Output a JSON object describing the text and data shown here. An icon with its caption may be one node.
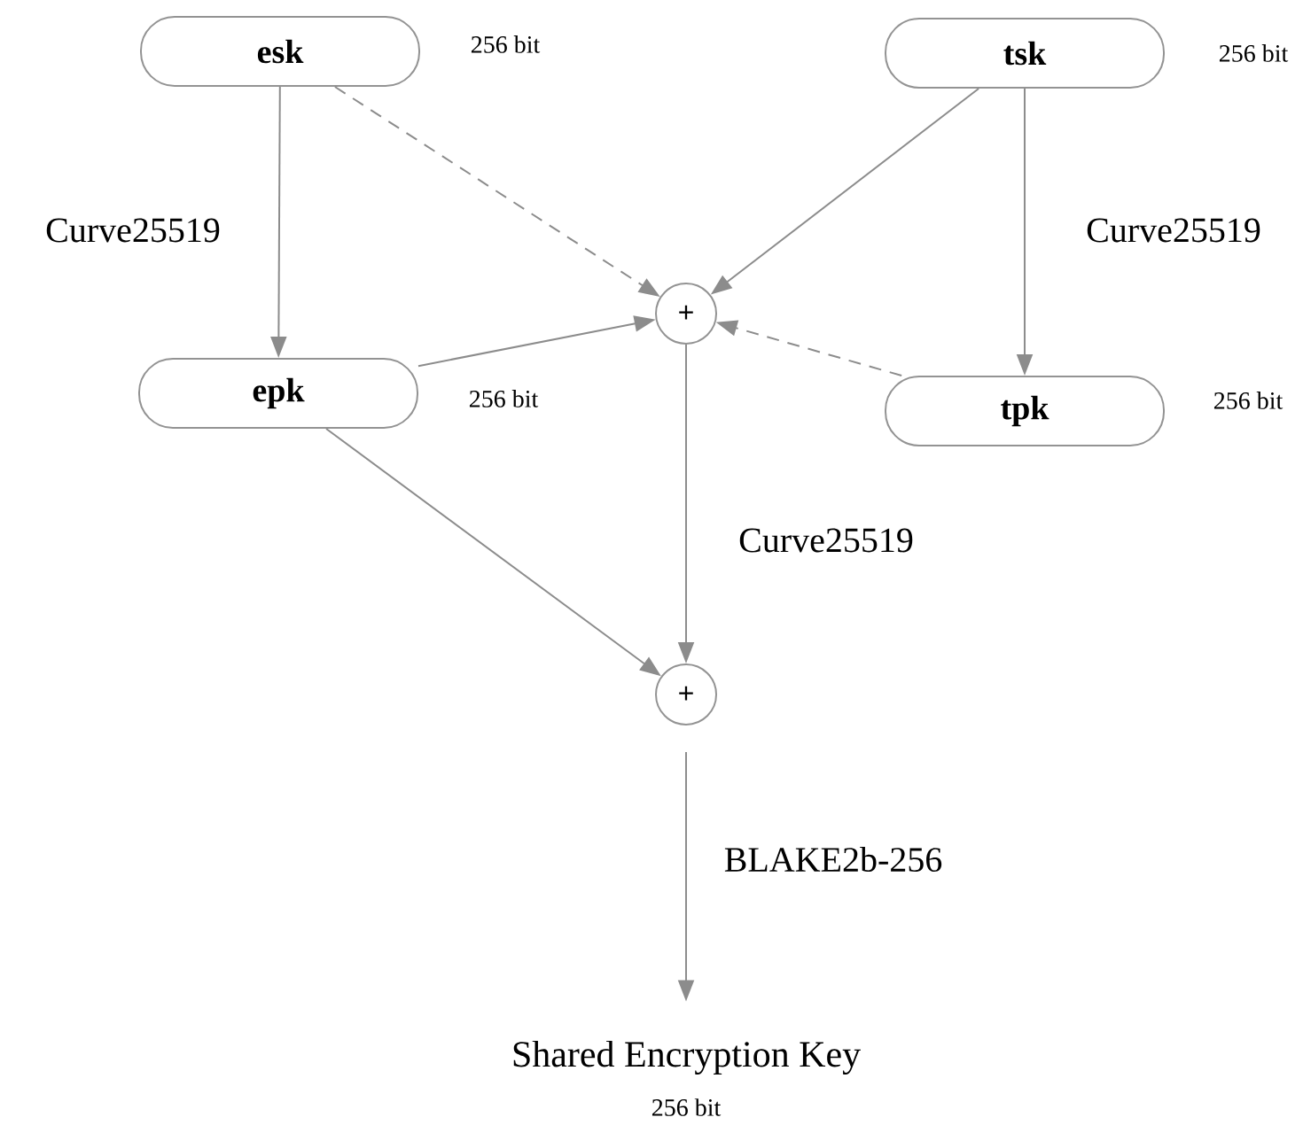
{
  "diagram": {
    "nodes": [
      {
        "text": [
          "esk"
        ],
        "beside": [
          "256 bit"
        ]
      },
      {
        "text": [
          "tsk"
        ],
        "beside": [
          "256 bit"
        ]
      },
      {
        "text": [
          "+"
        ]
      },
      {
        "text": [
          "epk"
        ],
        "beside": [
          "256 bit"
        ]
      },
      {
        "text": [
          "tpk"
        ],
        "beside": [
          "256 bit"
        ]
      },
      {
        "text": [
          "+"
        ]
      },
      {
        "text": [
          "Shared Encryption Key"
        ],
        "beside": [
          "256 bit"
        ]
      }
    ],
    "edges": [
      {
        "from": 0,
        "to": 3,
        "arrow": "to",
        "label": "Curve25519"
      },
      {
        "from": 0,
        "to": 2,
        "arrow": "to",
        "style": "dashed"
      },
      {
        "from": 1,
        "to": 2,
        "arrow": "to"
      },
      {
        "from": 1,
        "to": 4,
        "arrow": "to",
        "label": "Curve25519"
      },
      {
        "from": 3,
        "to": 2,
        "arrow": "to"
      },
      {
        "from": 4,
        "to": 2,
        "arrow": "to",
        "style": "dashed"
      },
      {
        "from": 2,
        "to": 5,
        "arrow": "to",
        "label": "Curve25519"
      },
      {
        "from": 3,
        "to": 5,
        "arrow": "to"
      },
      {
        "from": 5,
        "to": 6,
        "arrow": "to",
        "label": "BLAKE2b-256"
      }
    ]
  }
}
